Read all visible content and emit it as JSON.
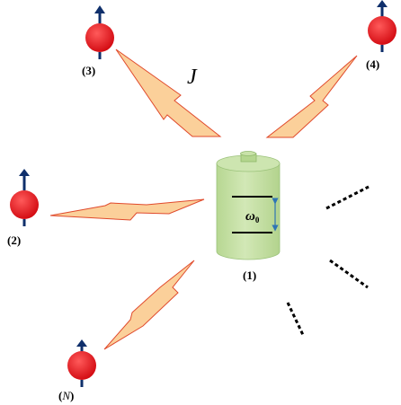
{
  "diagram": {
    "coupling_label": "J",
    "central_node": {
      "label": "(1)",
      "frequency_label": "ω",
      "frequency_subscript": "0"
    },
    "spins": [
      {
        "label": "(3)"
      },
      {
        "label": "(4)"
      },
      {
        "label": "(2)"
      },
      {
        "label_open": "(",
        "label_var": "N",
        "label_close": ")"
      }
    ],
    "colors": {
      "spin_fill": "#e8131b",
      "arrow": "#0f2f6b",
      "bolt_fill": "#fbd09a",
      "bolt_stroke": "#e04a2c",
      "cylinder_fill": "#c6e0a6",
      "frequency_arrow": "#2e74b5"
    }
  }
}
